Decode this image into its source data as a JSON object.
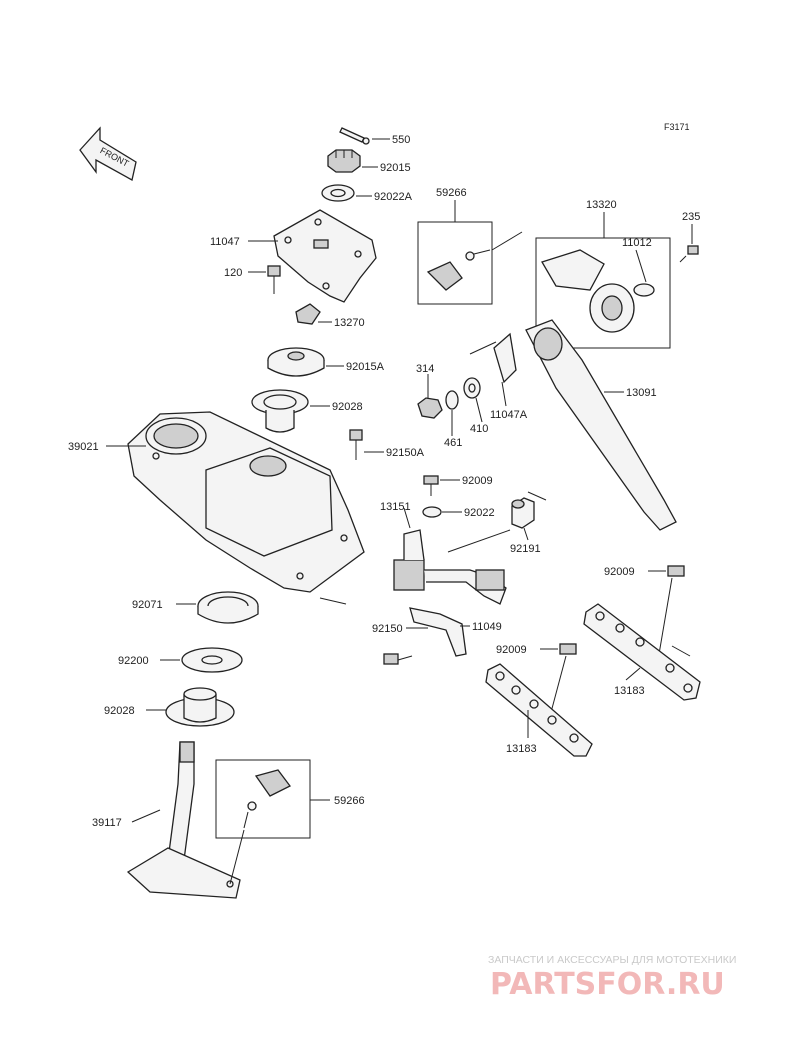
{
  "diagram_code": "F3171",
  "front_label": "FRONT",
  "watermark": {
    "tagline": "ЗАПЧАСТИ И АКСЕССУАРЫ ДЛЯ МОТОТЕХНИКИ",
    "logo": "PARTSFOR.RU"
  },
  "callouts": {
    "c550": "550",
    "c92015": "92015",
    "c92022A": "92022A",
    "c11047": "11047",
    "c120": "120",
    "c13270": "13270",
    "c92015A": "92015A",
    "c92028a": "92028",
    "c39021": "39021",
    "c92150A": "92150A",
    "c59266a": "59266",
    "c13320": "13320",
    "c235": "235",
    "c11012": "11012",
    "c314": "314",
    "c461": "461",
    "c410": "410",
    "c11047A": "11047A",
    "c13091": "13091",
    "c92009a": "92009",
    "c13151": "13151",
    "c92022": "92022",
    "c92191": "92191",
    "c92150": "92150",
    "c11049": "11049",
    "c92071": "92071",
    "c92200": "92200",
    "c92028b": "92028",
    "c39117": "39117",
    "c59266b": "59266",
    "c92009b": "92009",
    "c92009c": "92009",
    "c13183a": "13183",
    "c13183b": "13183"
  }
}
